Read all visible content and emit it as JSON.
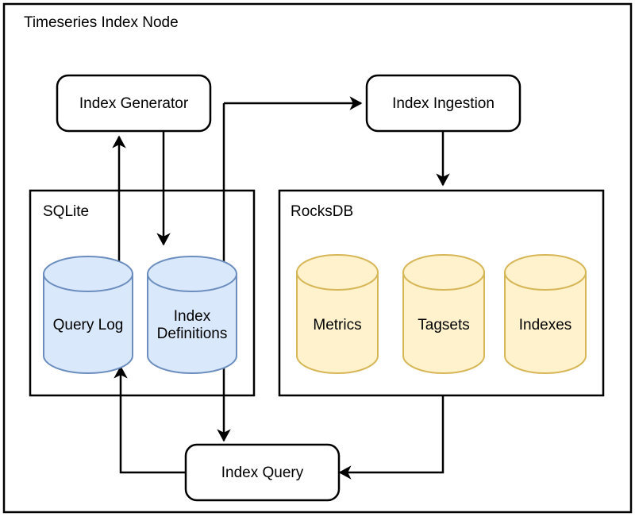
{
  "diagram": {
    "title": "Timeseries Index Node",
    "type": "architecture-flow-diagram",
    "colors": {
      "background": "#ffffff",
      "stroke": "#000000",
      "sqlite_cylinder_fill": "#dae8fc",
      "sqlite_cylinder_stroke": "#6c8ebf",
      "rocksdb_cylinder_fill": "#fff2cc",
      "rocksdb_cylinder_stroke": "#d6b656"
    },
    "process_nodes": [
      {
        "id": "index-generator",
        "label": "Index Generator"
      },
      {
        "id": "index-ingestion",
        "label": "Index Ingestion"
      },
      {
        "id": "index-query",
        "label": "Index Query"
      }
    ],
    "containers": [
      {
        "id": "sqlite",
        "label": "SQLite",
        "stores": [
          {
            "id": "query-log",
            "label": "Query Log"
          },
          {
            "id": "index-definitions",
            "label": "Index\nDefinitions"
          }
        ]
      },
      {
        "id": "rocksdb",
        "label": "RocksDB",
        "stores": [
          {
            "id": "metrics",
            "label": "Metrics"
          },
          {
            "id": "tagsets",
            "label": "Tagsets"
          },
          {
            "id": "indexes",
            "label": "Indexes"
          }
        ]
      }
    ],
    "edges": [
      {
        "from": "query-log",
        "to": "index-generator"
      },
      {
        "from": "index-generator",
        "to": "index-definitions"
      },
      {
        "from": "index-generator",
        "to": "index-ingestion"
      },
      {
        "from": "index-ingestion",
        "to": "rocksdb"
      },
      {
        "from": "index-definitions",
        "to": "index-query"
      },
      {
        "from": "rocksdb",
        "to": "index-query"
      },
      {
        "from": "index-query",
        "to": "query-log"
      }
    ]
  }
}
